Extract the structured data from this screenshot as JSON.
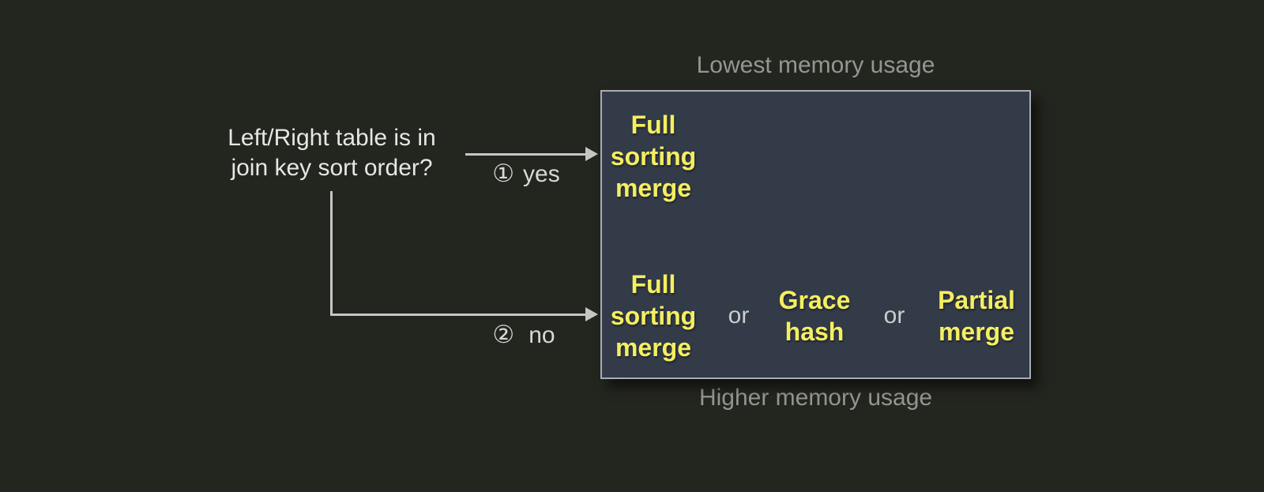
{
  "question": {
    "line1": "Left/Right table is in",
    "line2": "join key sort order?"
  },
  "branches": {
    "yes": {
      "marker": "①",
      "label": "yes"
    },
    "no": {
      "marker": "②",
      "label": "no"
    }
  },
  "memory_scale": {
    "top_caption": "Lowest memory usage",
    "bottom_caption": "Higher memory usage"
  },
  "algorithms": {
    "sorted_case": [
      "Full\nsorting\nmerge"
    ],
    "unsorted_case": [
      "Full\nsorting\nmerge",
      "or",
      "Grace\nhash",
      "or",
      "Partial\nmerge"
    ]
  },
  "colors": {
    "background": "#23251f",
    "box_fill": "#333a48",
    "box_border": "#a9aeb4",
    "algorithm_text": "#f4ef60",
    "caption_text": "#949692",
    "question_text": "#e6e7e4",
    "connector": "#c6c7c4"
  }
}
